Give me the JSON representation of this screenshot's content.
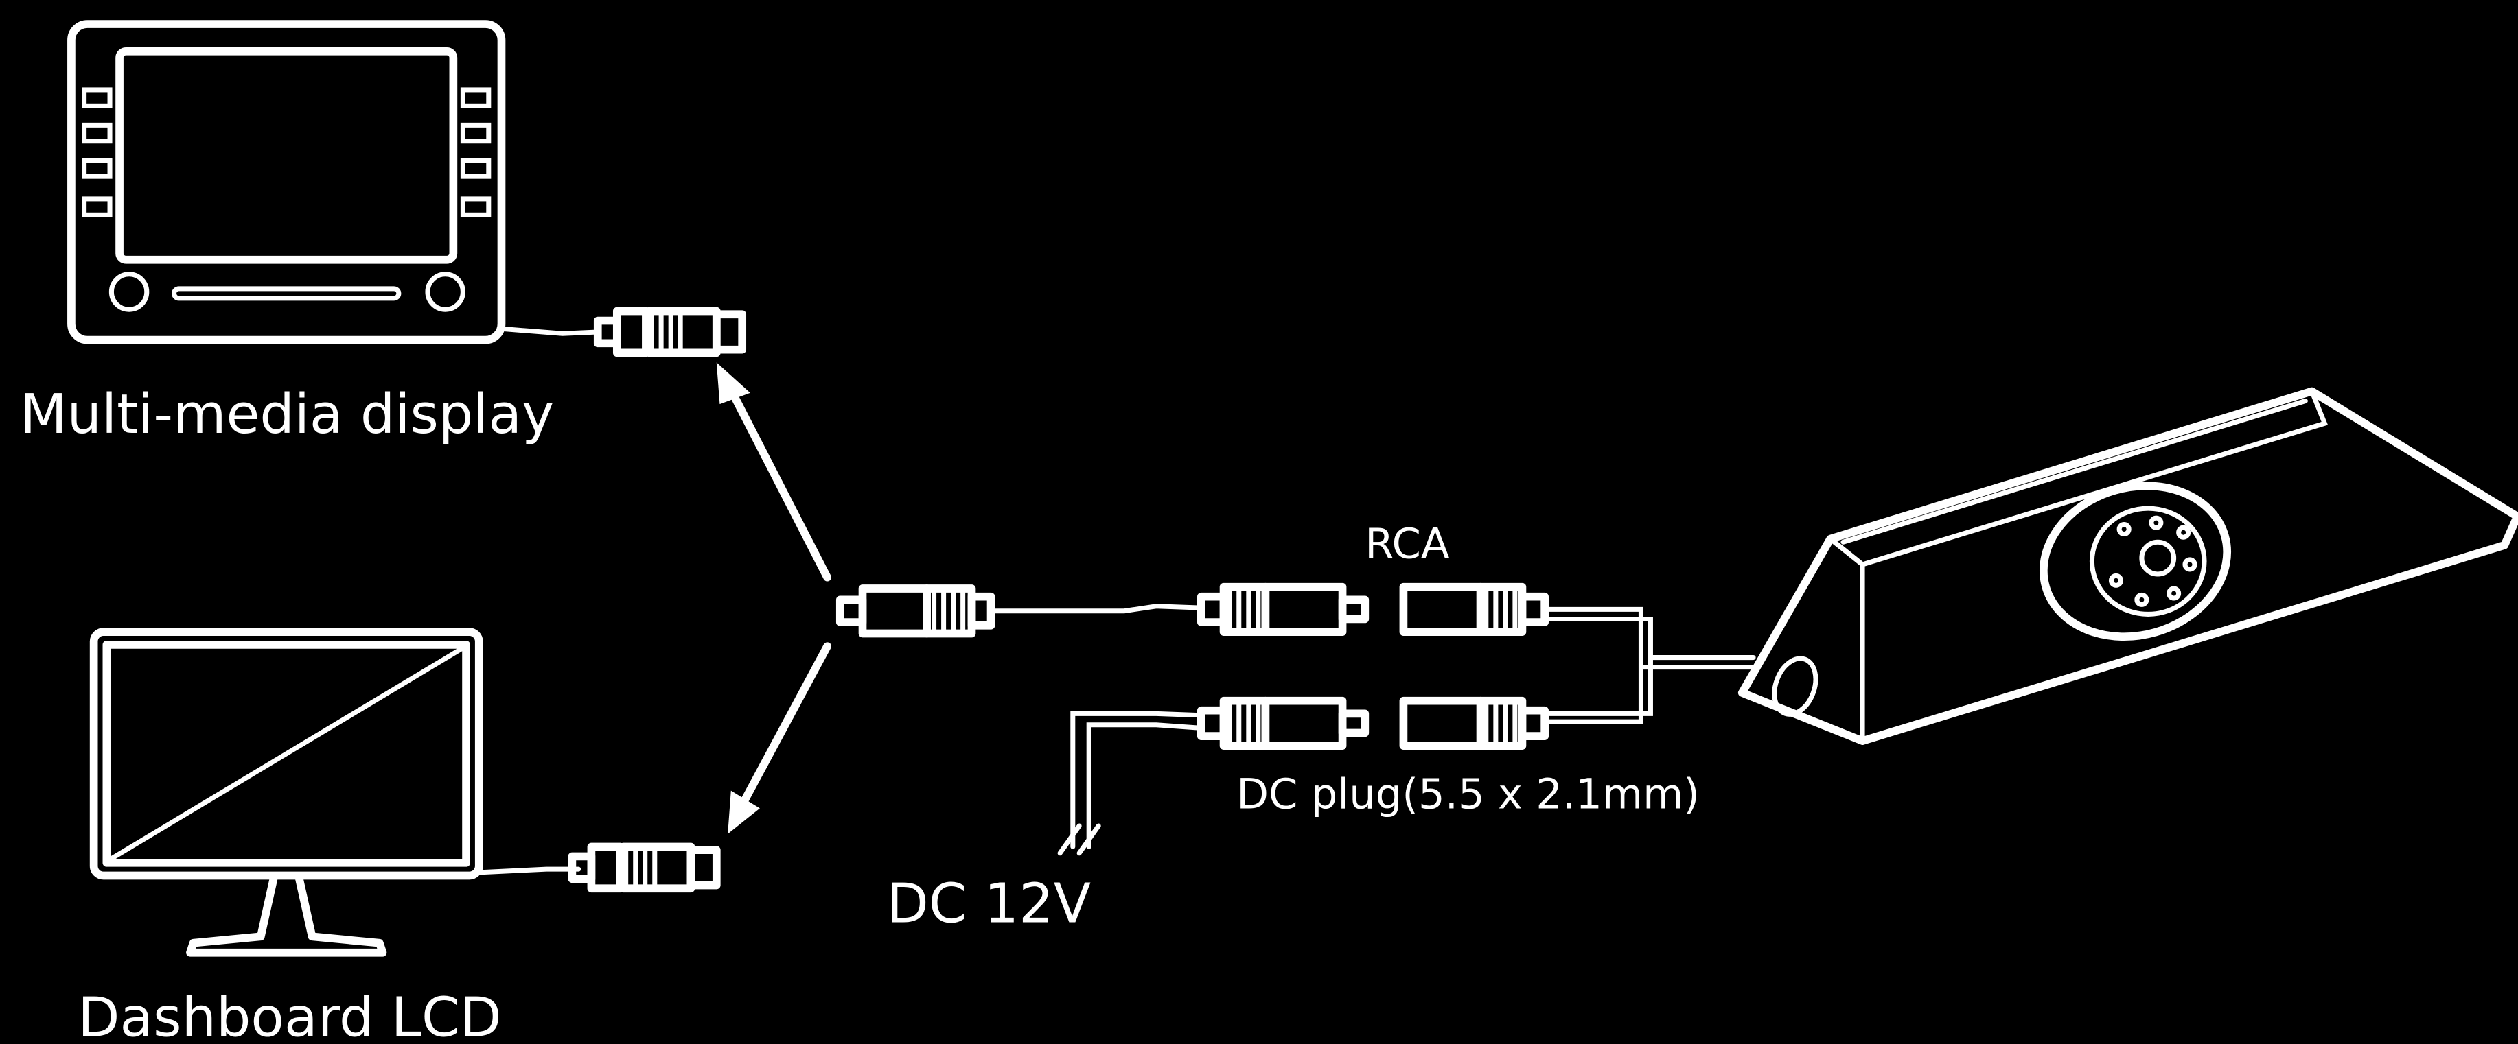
{
  "labels": {
    "multimedia_display": "Multi-media display",
    "dashboard_lcd": "Dashboard LCD",
    "rca": "RCA",
    "dc_plug": "DC plug(5.5 x 2.1mm)",
    "dc_12v": "DC 12V"
  },
  "colors": {
    "background": "#000000",
    "line": "#ffffff"
  },
  "icons": {
    "multimedia_display": "multimedia-display-icon",
    "dashboard_lcd": "dashboard-lcd-icon",
    "camera": "brake-light-camera-icon"
  }
}
